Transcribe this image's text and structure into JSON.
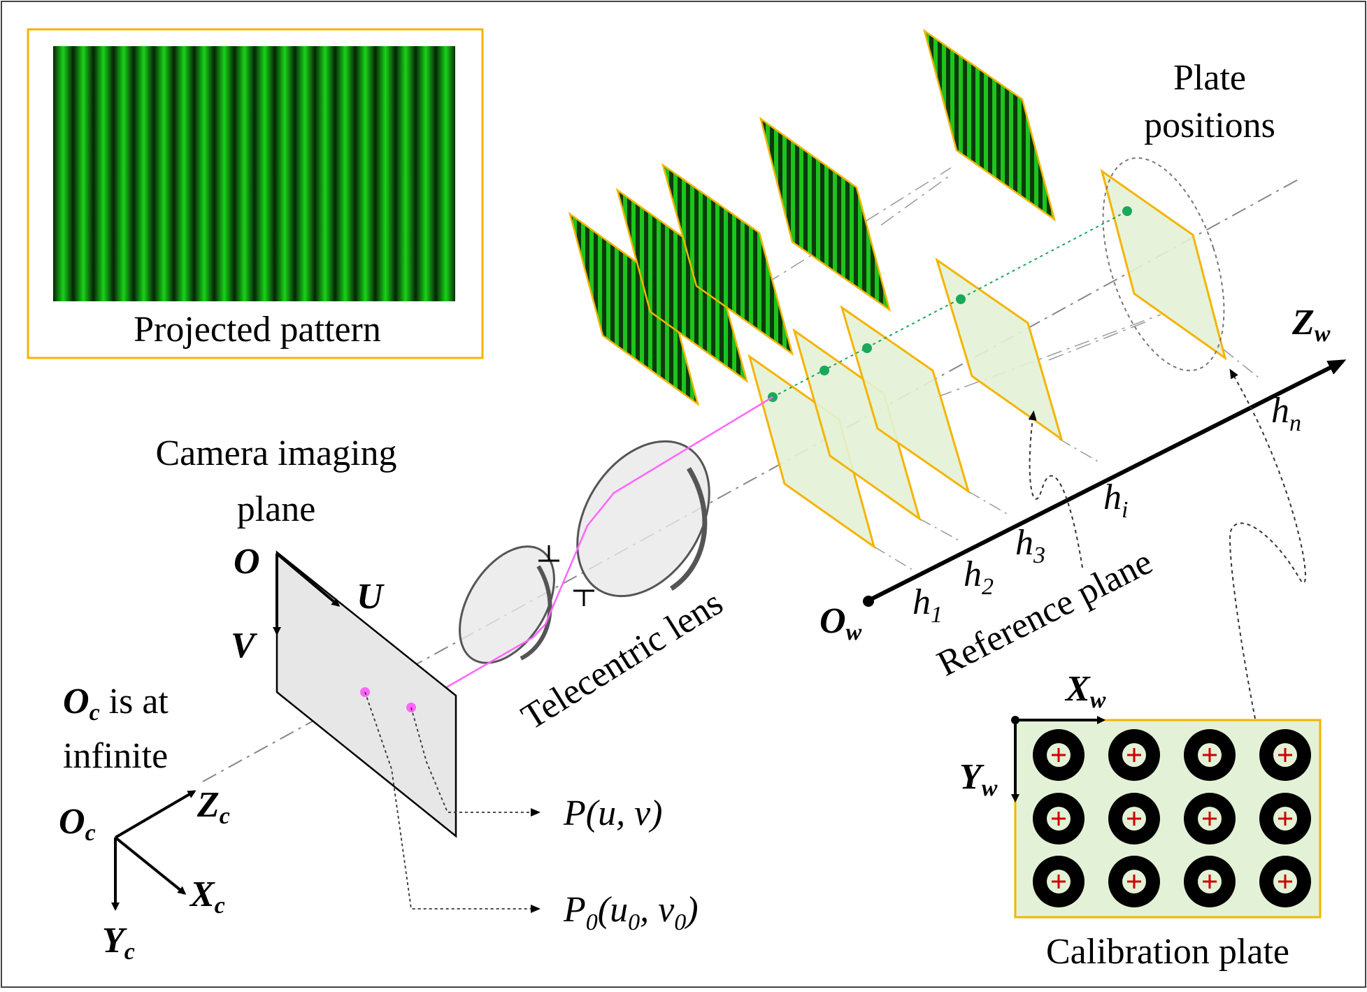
{
  "labels": {
    "projected_pattern": "Projected pattern",
    "plate_positions_line1": "Plate",
    "plate_positions_line2": "positions",
    "camera_plane_line1": "Camera imaging",
    "camera_plane_line2": "plane",
    "oc_line1_rest": " is at",
    "oc_line2": "infinite",
    "telecentric_lens": "Telecentric lens",
    "reference_plane": "Reference plane",
    "calibration_plate": "Calibration plate"
  },
  "axes": {
    "O": "O",
    "U": "U",
    "V": "V",
    "Oc": "O",
    "Oc_sub": "c",
    "Zc": "Z",
    "Zc_sub": "c",
    "Xc": "X",
    "Xc_sub": "c",
    "Yc": "Y",
    "Yc_sub": "c",
    "Ow": "O",
    "Ow_sub": "w",
    "Zw": "Z",
    "Zw_sub": "w",
    "Xw": "X",
    "Xw_sub": "w",
    "Yw": "Y",
    "Yw_sub": "w"
  },
  "heights": {
    "h1": "h",
    "h1_sub": "1",
    "h2": "h",
    "h2_sub": "2",
    "h3": "h",
    "h3_sub": "3",
    "hi": "h",
    "hi_sub": "i",
    "hn": "h",
    "hn_sub": "n"
  },
  "points": {
    "P_main": "P",
    "P_args": "(u, v)",
    "P0_main": "P",
    "P0_sub": "0",
    "P0_open": "(u",
    "P0_usub": "0",
    "P0_mid": ", v",
    "P0_vsub": "0",
    "P0_close": ")"
  },
  "colors": {
    "fringe_green": "#19d319",
    "fringe_dark": "#062306",
    "plate_border": "#f5b400",
    "plate_fill": "#e3f2d6",
    "ray_magenta": "#ff66ff",
    "dot_green": "#1aa85a",
    "marker_red": "#cc0000",
    "camera_plane": "#e7e7e7"
  },
  "icons": {
    "perpendicular_symbol": "perpendicular-icon",
    "lens": "lens-icon"
  }
}
